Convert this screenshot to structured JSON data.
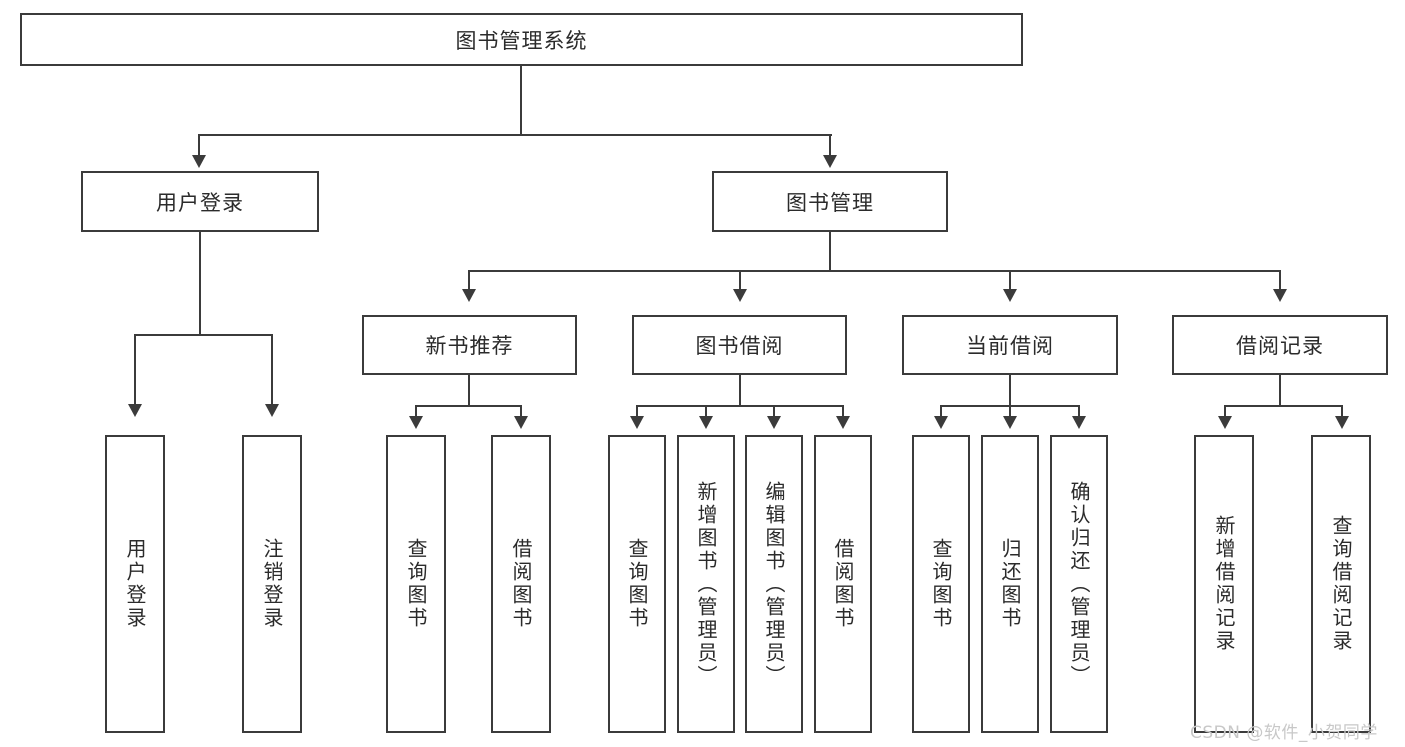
{
  "diagram": {
    "type": "tree-hierarchy-chart",
    "root": {
      "label": "图书管理系统"
    },
    "level2": [
      {
        "id": "user-login",
        "label": "用户登录"
      },
      {
        "id": "book-management",
        "label": "图书管理"
      }
    ],
    "level3": [
      {
        "id": "new-book-recommend",
        "label": "新书推荐"
      },
      {
        "id": "book-borrow",
        "label": "图书借阅"
      },
      {
        "id": "current-borrow",
        "label": "当前借阅"
      },
      {
        "id": "borrow-record",
        "label": "借阅记录"
      }
    ],
    "leaves": {
      "user_login": [
        {
          "id": "leaf-user-login",
          "label": "用户登录"
        },
        {
          "id": "leaf-logout-login",
          "label": "注销登录"
        }
      ],
      "new_book_recommend": [
        {
          "id": "leaf-query-book-1",
          "label": "查询图书"
        },
        {
          "id": "leaf-borrow-book-1",
          "label": "借阅图书"
        }
      ],
      "book_borrow": [
        {
          "id": "leaf-query-book-2",
          "label": "查询图书"
        },
        {
          "id": "leaf-add-book",
          "label": "新增图书（管理员）"
        },
        {
          "id": "leaf-edit-book",
          "label": "编辑图书（管理员）"
        },
        {
          "id": "leaf-borrow-book-2",
          "label": "借阅图书"
        }
      ],
      "current_borrow": [
        {
          "id": "leaf-query-book-3",
          "label": "查询图书"
        },
        {
          "id": "leaf-return-book",
          "label": "归还图书"
        },
        {
          "id": "leaf-confirm-return",
          "label": "确认归还（管理员）"
        }
      ],
      "borrow_record": [
        {
          "id": "leaf-add-borrow-record",
          "label": "新增借阅记录"
        },
        {
          "id": "leaf-query-borrow-record",
          "label": "查询借阅记录"
        }
      ]
    }
  },
  "watermark": {
    "text": "CSDN @软件_小贺同学"
  },
  "colors": {
    "stroke": "#3b3b3b",
    "text": "#2b2b2b",
    "background": "#ffffff",
    "watermark": "#c8c8c8"
  }
}
